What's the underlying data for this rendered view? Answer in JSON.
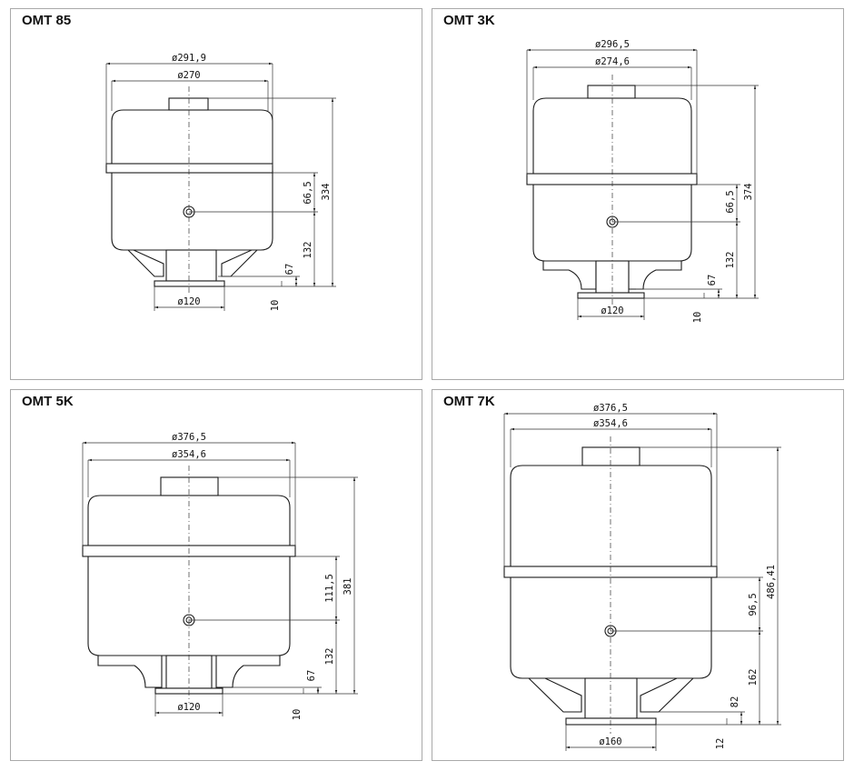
{
  "panels": [
    {
      "title": "OMT 85",
      "dims": {
        "outer_diameter": "ø291,9",
        "inner_diameter": "ø270",
        "flange_diameter": "ø120",
        "total_height": "334",
        "mid_height": "66,5",
        "base_height": "132",
        "foot_height": "67",
        "flange_height": "10"
      }
    },
    {
      "title": "OMT 3K",
      "dims": {
        "outer_diameter": "ø296,5",
        "inner_diameter": "ø274,6",
        "flange_diameter": "ø120",
        "total_height": "374",
        "mid_height": "66,5",
        "base_height": "132",
        "foot_height": "67",
        "flange_height": "10"
      }
    },
    {
      "title": "OMT 5K",
      "dims": {
        "outer_diameter": "ø376,5",
        "inner_diameter": "ø354,6",
        "flange_diameter": "ø120",
        "total_height": "381",
        "mid_height": "111,5",
        "base_height": "132",
        "foot_height": "67",
        "flange_height": "10"
      }
    },
    {
      "title": "OMT 7K",
      "dims": {
        "outer_diameter": "ø376,5",
        "inner_diameter": "ø354,6",
        "flange_diameter": "ø160",
        "total_height": "486,41",
        "mid_height": "96,5",
        "base_height": "162",
        "foot_height": "82",
        "flange_height": "12"
      }
    }
  ]
}
